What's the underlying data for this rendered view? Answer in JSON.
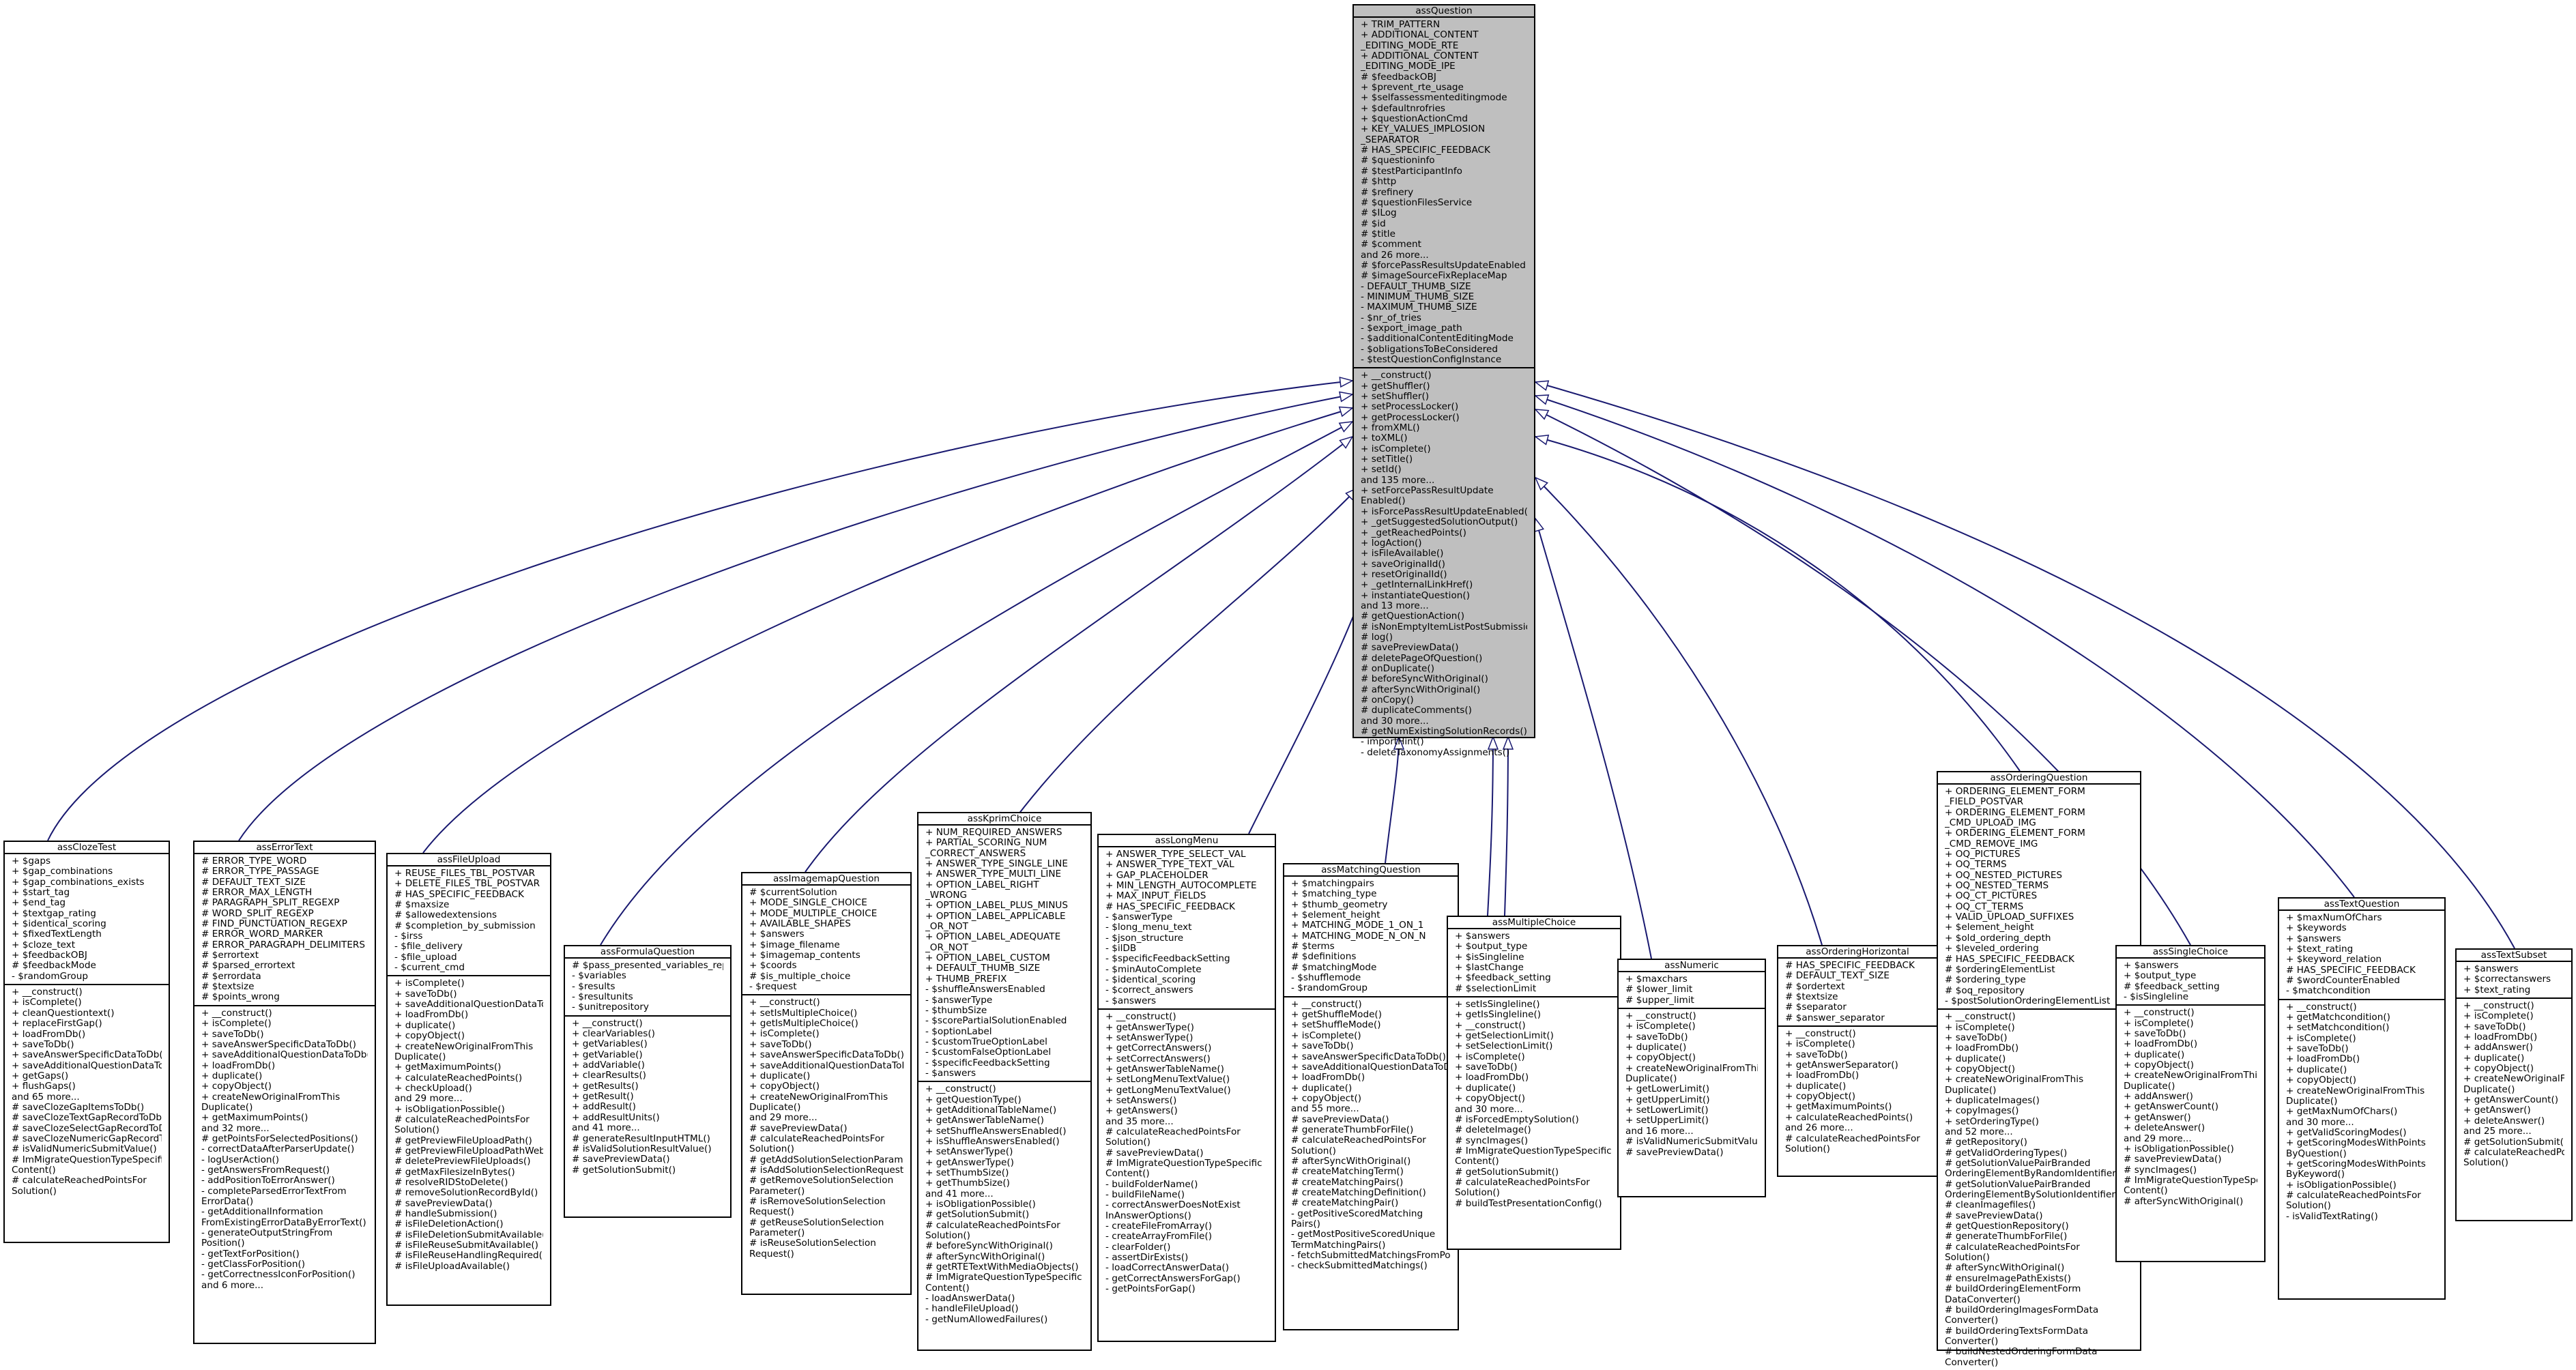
{
  "colors": {
    "edge": "#191970",
    "base_fill": "#bfbfbf",
    "box_fill": "#ffffff"
  },
  "classes": [
    {
      "id": "base",
      "name": "assQuestion",
      "attributes": [
        "+ TRIM_PATTERN",
        "+ ADDITIONAL_CONTENT",
        "_EDITING_MODE_RTE",
        "+ ADDITIONAL_CONTENT",
        "_EDITING_MODE_IPE",
        "# $feedbackOBJ",
        "+ $prevent_rte_usage",
        "+ $selfassessmenteditingmode",
        "+ $defaultnrofries",
        "+ $questionActionCmd",
        "+ KEY_VALUES_IMPLOSION",
        "_SEPARATOR",
        "# HAS_SPECIFIC_FEEDBACK",
        "# $questioninfo",
        "# $testParticipantInfo",
        "# $http",
        "# $refinery",
        "# $questionFilesService",
        "# $ILog",
        "# $id",
        "# $title",
        "# $comment",
        "and 26 more...",
        "# $forcePassResultsUpdateEnabled",
        "# $imageSourceFixReplaceMap",
        "- DEFAULT_THUMB_SIZE",
        "- MINIMUM_THUMB_SIZE",
        "- MAXIMUM_THUMB_SIZE",
        "- $nr_of_tries",
        "- $export_image_path",
        "- $additionalContentEditingMode",
        "- $obligationsToBeConsidered",
        "- $testQuestionConfigInstance"
      ],
      "methods": [
        "+ __construct()",
        "+ getShuffler()",
        "+ setShuffler()",
        "+ setProcessLocker()",
        "+ getProcessLocker()",
        "+ fromXML()",
        "+ toXML()",
        "+ isComplete()",
        "+ setTitle()",
        "+ setId()",
        "and 135 more...",
        "+ setForcePassResultUpdate",
        "Enabled()",
        "+ isForcePassResultUpdateEnabled()",
        "+ _getSuggestedSolutionOutput()",
        "+ _getReachedPoints()",
        "+ logAction()",
        "+ isFileAvailable()",
        "+ saveOriginalId()",
        "+ resetOriginalId()",
        "+ _getInternalLinkHref()",
        "+ instantiateQuestion()",
        "and 13 more...",
        "# getQuestionAction()",
        "# isNonEmptyItemListPostSubmission()",
        "# log()",
        "# savePreviewData()",
        "# deletePageOfQuestion()",
        "# onDuplicate()",
        "# beforeSyncWithOriginal()",
        "# afterSyncWithOriginal()",
        "# onCopy()",
        "# duplicateComments()",
        "and 30 more...",
        "# getNumExistingSolutionRecords()",
        "- importHint()",
        "- deleteTaxonomyAssignments()"
      ]
    },
    {
      "id": "cloze",
      "name": "assClozeTest",
      "attributes": [
        "+ $gaps",
        "+ $gap_combinations",
        "+ $gap_combinations_exists",
        "+ $start_tag",
        "+ $end_tag",
        "+ $textgap_rating",
        "+ $identical_scoring",
        "+ $fixedTextLength",
        "+ $cloze_text",
        "+ $feedbackOBJ",
        "# $feedbackMode",
        "- $randomGroup"
      ],
      "methods": [
        "+ __construct()",
        "+ isComplete()",
        "+ cleanQuestiontext()",
        "+ replaceFirstGap()",
        "+ loadFromDb()",
        "+ saveToDb()",
        "+ saveAnswerSpecificDataToDb()",
        "+ saveAdditionalQuestionDataToDb()",
        "+ getGaps()",
        "+ flushGaps()",
        "and 65 more...",
        "# saveClozeGapItemsToDb()",
        "# saveClozeTextGapRecordToDb()",
        "# saveClozeSelectGapRecordToDb()",
        "# saveClozeNumericGapRecordToDb()",
        "# isValidNumericSubmitValue()",
        "# ImMigrateQuestionTypeSpecific",
        "Content()",
        "# calculateReachedPointsFor",
        "Solution()"
      ]
    },
    {
      "id": "error",
      "name": "assErrorText",
      "attributes": [
        "# ERROR_TYPE_WORD",
        "# ERROR_TYPE_PASSAGE",
        "# DEFAULT_TEXT_SIZE",
        "# ERROR_MAX_LENGTH",
        "# PARAGRAPH_SPLIT_REGEXP",
        "# WORD_SPLIT_REGEXP",
        "# FIND_PUNCTUATION_REGEXP",
        "# ERROR_WORD_MARKER",
        "# ERROR_PARAGRAPH_DELIMITERS",
        "# $errortext",
        "# $parsed_errortext",
        "# $errordata",
        "# $textsize",
        "# $points_wrong"
      ],
      "methods": [
        "+ __construct()",
        "+ isComplete()",
        "+ saveToDb()",
        "+ saveAnswerSpecificDataToDb()",
        "+ saveAdditionalQuestionDataToDb()",
        "+ loadFromDb()",
        "+ duplicate()",
        "+ copyObject()",
        "+ createNewOriginalFromThis",
        "Duplicate()",
        "+ getMaximumPoints()",
        "and 32 more...",
        "# getPointsForSelectedPositions()",
        "- correctDataAfterParserUpdate()",
        "- logUserAction()",
        "- getAnswersFromRequest()",
        "- addPositionToErrorAnswer()",
        "- completeParsedErrorTextFrom",
        "ErrorData()",
        "- getAdditionalInformation",
        "FromExistingErrorDataByErrorText()",
        "- generateOutputStringFrom",
        "Position()",
        "- getTextForPosition()",
        "- getClassForPosition()",
        "- getCorrectnessIconForPosition()",
        "and 6 more..."
      ]
    },
    {
      "id": "fileup",
      "name": "assFileUpload",
      "attributes": [
        "+ REUSE_FILES_TBL_POSTVAR",
        "+ DELETE_FILES_TBL_POSTVAR",
        "# HAS_SPECIFIC_FEEDBACK",
        "# $maxsize",
        "# $allowedextensions",
        "# $completion_by_submission",
        "- $irss",
        "- $file_delivery",
        "- $file_upload",
        "- $current_cmd"
      ],
      "methods": [
        "+ isComplete()",
        "+ saveToDb()",
        "+ saveAdditionalQuestionDataToDb()",
        "+ loadFromDb()",
        "+ duplicate()",
        "+ copyObject()",
        "+ createNewOriginalFromThis",
        "Duplicate()",
        "+ getMaximumPoints()",
        "+ calculateReachedPoints()",
        "+ checkUpload()",
        "and 29 more...",
        "+ isObligationPossible()",
        "# calculateReachedPointsFor",
        "Solution()",
        "# getPreviewFileUploadPath()",
        "# getPreviewFileUploadPathWeb()",
        "# deletePreviewFileUploads()",
        "# getMaxFilesizeInBytes()",
        "# resolveRIDStoDelete()",
        "# removeSolutionRecordById()",
        "# savePreviewData()",
        "# handleSubmission()",
        "# isFileDeletionAction()",
        "# isFileDeletionSubmitAvailable()",
        "# isFileReuseSubmitAvailable()",
        "# isFileReuseHandlingRequired()",
        "# isFileUploadAvailable()"
      ]
    },
    {
      "id": "formula",
      "name": "assFormulaQuestion",
      "attributes": [
        "# $pass_presented_variables_repo",
        "- $variables",
        "- $results",
        "- $resultunits",
        "- $unitrepository"
      ],
      "methods": [
        "+ __construct()",
        "+ clearVariables()",
        "+ getVariables()",
        "+ getVariable()",
        "+ addVariable()",
        "+ clearResults()",
        "+ getResults()",
        "+ getResult()",
        "+ addResult()",
        "+ addResultUnits()",
        "and 41 more...",
        "# generateResultInputHTML()",
        "# isValidSolutionResultValue()",
        "# savePreviewData()",
        "# getSolutionSubmit()"
      ]
    },
    {
      "id": "imagemap",
      "name": "assImagemapQuestion",
      "attributes": [
        "# $currentSolution",
        "+ MODE_SINGLE_CHOICE",
        "+ MODE_MULTIPLE_CHOICE",
        "+ AVAILABLE_SHAPES",
        "+ $answers",
        "+ $image_filename",
        "+ $imagemap_contents",
        "+ $coords",
        "# $is_multiple_choice",
        "- $request"
      ],
      "methods": [
        "+ __construct()",
        "+ setIsMultipleChoice()",
        "+ getIsMultipleChoice()",
        "+ isComplete()",
        "+ saveToDb()",
        "+ saveAnswerSpecificDataToDb()",
        "+ saveAdditionalQuestionDataToDb()",
        "+ duplicate()",
        "+ copyObject()",
        "+ createNewOriginalFromThis",
        "Duplicate()",
        "and 29 more...",
        "# savePreviewData()",
        "# calculateReachedPointsFor",
        "Solution()",
        "# getAddSolutionSelectionParameter()",
        "# isAddSolutionSelectionRequest()",
        "# getRemoveSolutionSelection",
        "Parameter()",
        "# isRemoveSolutionSelection",
        "Request()",
        "# getReuseSolutionSelection",
        "Parameter()",
        "# isReuseSolutionSelection",
        "Request()"
      ]
    },
    {
      "id": "kprim",
      "name": "assKprimChoice",
      "attributes": [
        "+ NUM_REQUIRED_ANSWERS",
        "+ PARTIAL_SCORING_NUM",
        "_CORRECT_ANSWERS",
        "+ ANSWER_TYPE_SINGLE_LINE",
        "+ ANSWER_TYPE_MULTI_LINE",
        "+ OPTION_LABEL_RIGHT",
        "_WRONG",
        "+ OPTION_LABEL_PLUS_MINUS",
        "+ OPTION_LABEL_APPLICABLE",
        "_OR_NOT",
        "+ OPTION_LABEL_ADEQUATE",
        "_OR_NOT",
        "+ OPTION_LABEL_CUSTOM",
        "+ DEFAULT_THUMB_SIZE",
        "+ THUMB_PREFIX",
        "- $shuffleAnswersEnabled",
        "- $answerType",
        "- $thumbSize",
        "- $scorePartialSolutionEnabled",
        "- $optionLabel",
        "- $customTrueOptionLabel",
        "- $customFalseOptionLabel",
        "- $specificFeedbackSetting",
        "- $answers"
      ],
      "methods": [
        "+ __construct()",
        "+ getQuestionType()",
        "+ getAdditionalTableName()",
        "+ getAnswerTableName()",
        "+ setShuffleAnswersEnabled()",
        "+ isShuffleAnswersEnabled()",
        "+ setAnswerType()",
        "+ getAnswerType()",
        "+ setThumbSize()",
        "+ getThumbSize()",
        "and 41 more...",
        "+ isObligationPossible()",
        "# getSolutionSubmit()",
        "# calculateReachedPointsFor",
        "Solution()",
        "# beforeSyncWithOriginal()",
        "# afterSyncWithOriginal()",
        "# getRTETextWithMediaObjects()",
        "# ImMigrateQuestionTypeSpecific",
        "Content()",
        "- loadAnswerData()",
        "- handleFileUpload()",
        "- getNumAllowedFailures()"
      ]
    },
    {
      "id": "longmenu",
      "name": "assLongMenu",
      "attributes": [
        "+ ANSWER_TYPE_SELECT_VAL",
        "+ ANSWER_TYPE_TEXT_VAL",
        "+ GAP_PLACEHOLDER",
        "+ MIN_LENGTH_AUTOCOMPLETE",
        "+ MAX_INPUT_FIELDS",
        "# HAS_SPECIFIC_FEEDBACK",
        "- $answerType",
        "- $long_menu_text",
        "- $json_structure",
        "- $ilDB",
        "- $specificFeedbackSetting",
        "- $minAutoComplete",
        "- $identical_scoring",
        "- $correct_answers",
        "- $answers"
      ],
      "methods": [
        "+ __construct()",
        "+ getAnswerType()",
        "+ setAnswerType()",
        "+ getCorrectAnswers()",
        "+ setCorrectAnswers()",
        "+ getAnswerTableName()",
        "+ setLongMenuTextValue()",
        "+ getLongMenuTextValue()",
        "+ setAnswers()",
        "+ getAnswers()",
        "and 35 more...",
        "# calculateReachedPointsFor",
        "Solution()",
        "# savePreviewData()",
        "# ImMigrateQuestionTypeSpecific",
        "Content()",
        "- buildFolderName()",
        "- buildFileName()",
        "- correctAnswerDoesNotExist",
        "InAnswerOptions()",
        "- createFileFromArray()",
        "- createArrayFromFile()",
        "- clearFolder()",
        "- assertDirExists()",
        "- loadCorrectAnswerData()",
        "- getCorrectAnswersForGap()",
        "- getPointsForGap()"
      ]
    },
    {
      "id": "matching",
      "name": "assMatchingQuestion",
      "attributes": [
        "+ $matchingpairs",
        "+ $matching_type",
        "+ $thumb_geometry",
        "+ $element_height",
        "+ MATCHING_MODE_1_ON_1",
        "+ MATCHING_MODE_N_ON_N",
        "# $terms",
        "# $definitions",
        "# $matchingMode",
        "- $shufflemode",
        "- $randomGroup"
      ],
      "methods": [
        "+ __construct()",
        "+ getShuffleMode()",
        "+ setShuffleMode()",
        "+ isComplete()",
        "+ saveToDb()",
        "+ saveAnswerSpecificDataToDb()",
        "+ saveAdditionalQuestionDataToDb()",
        "+ loadFromDb()",
        "+ duplicate()",
        "+ copyObject()",
        "and 55 more...",
        "# savePreviewData()",
        "# generateThumbForFile()",
        "# calculateReachedPointsFor",
        "Solution()",
        "# afterSyncWithOriginal()",
        "# createMatchingTerm()",
        "# createMatchingPairs()",
        "# createMatchingDefinition()",
        "# createMatchingPair()",
        "- getPositiveScoredMatching",
        "Pairs()",
        "- getMostPositiveScoredUnique",
        "TermMatchingPairs()",
        "- fetchSubmittedMatchingsFromPost()",
        "- checkSubmittedMatchings()"
      ]
    },
    {
      "id": "multiple",
      "name": "assMultipleChoice",
      "attributes": [
        "+ $answers",
        "+ $output_type",
        "+ $isSingleline",
        "+ $lastChange",
        "+ $feedback_setting",
        "# $selectionLimit"
      ],
      "methods": [
        "+ setIsSingleline()",
        "+ getIsSingleline()",
        "+ __construct()",
        "+ getSelectionLimit()",
        "+ setSelectionLimit()",
        "+ isComplete()",
        "+ saveToDb()",
        "+ loadFromDb()",
        "+ duplicate()",
        "+ copyObject()",
        "and 30 more...",
        "# isForcedEmptySolution()",
        "# deleteImage()",
        "# syncImages()",
        "# ImMigrateQuestionTypeSpecific",
        "Content()",
        "# getSolutionSubmit()",
        "# calculateReachedPointsFor",
        "Solution()",
        "# buildTestPresentationConfig()"
      ]
    },
    {
      "id": "numeric",
      "name": "assNumeric",
      "attributes": [
        "+ $maxchars",
        "# $lower_limit",
        "# $upper_limit"
      ],
      "methods": [
        "+ __construct()",
        "+ isComplete()",
        "+ saveToDb()",
        "+ duplicate()",
        "+ copyObject()",
        "+ createNewOriginalFromThis",
        "Duplicate()",
        "+ getLowerLimit()",
        "+ getUpperLimit()",
        "+ setLowerLimit()",
        "+ setUpperLimit()",
        "and 16 more...",
        "# isValidNumericSubmitValue()",
        "# savePreviewData()"
      ]
    },
    {
      "id": "ordh",
      "name": "assOrderingHorizontal",
      "attributes": [
        "# HAS_SPECIFIC_FEEDBACK",
        "# DEFAULT_TEXT_SIZE",
        "# $ordertext",
        "# $textsize",
        "# $separator",
        "# $answer_separator"
      ],
      "methods": [
        "+ __construct()",
        "+ isComplete()",
        "+ saveToDb()",
        "+ getAnswerSeparator()",
        "+ loadFromDb()",
        "+ duplicate()",
        "+ copyObject()",
        "+ getMaximumPoints()",
        "+ calculateReachedPoints()",
        "and 26 more...",
        "# calculateReachedPointsFor",
        "Solution()"
      ]
    },
    {
      "id": "ordq",
      "name": "assOrderingQuestion",
      "attributes": [
        "+ ORDERING_ELEMENT_FORM",
        "_FIELD_POSTVAR",
        "+ ORDERING_ELEMENT_FORM",
        "_CMD_UPLOAD_IMG",
        "+ ORDERING_ELEMENT_FORM",
        "_CMD_REMOVE_IMG",
        "+ OQ_PICTURES",
        "+ OQ_TERMS",
        "+ OQ_NESTED_PICTURES",
        "+ OQ_NESTED_TERMS",
        "+ OQ_CT_PICTURES",
        "+ OQ_CT_TERMS",
        "+ VALID_UPLOAD_SUFFIXES",
        "+ $element_height",
        "+ $old_ordering_depth",
        "+ $leveled_ordering",
        "# HAS_SPECIFIC_FEEDBACK",
        "# $orderingElementList",
        "# $ordering_type",
        "# $oq_repository",
        "- $postSolutionOrderingElementList"
      ],
      "methods": [
        "+ __construct()",
        "+ isComplete()",
        "+ saveToDb()",
        "+ loadFromDb()",
        "+ duplicate()",
        "+ copyObject()",
        "+ createNewOriginalFromThis",
        "Duplicate()",
        "+ duplicateImages()",
        "+ copyImages()",
        "+ setOrderingType()",
        "and 52 more...",
        "# getRepository()",
        "# getValidOrderingTypes()",
        "# getSolutionValuePairBranded",
        "OrderingElementByRandomIdentifier()",
        "# getSolutionValuePairBranded",
        "OrderingElementBySolutionIdentifier()",
        "# cleanImagefiles()",
        "# savePreviewData()",
        "# getQuestionRepository()",
        "# generateThumbForFile()",
        "# calculateReachedPointsFor",
        "Solution()",
        "# afterSyncWithOriginal()",
        "# ensureImagePathExists()",
        "# buildOrderingElementForm",
        "DataConverter()",
        "# buildOrderingImagesFormData",
        "Converter()",
        "# buildOrderingTextsFormData",
        "Converter()",
        "# buildNestedOrderingFormData",
        "Converter()"
      ]
    },
    {
      "id": "single",
      "name": "assSingleChoice",
      "attributes": [
        "+ $answers",
        "+ $output_type",
        "# $feedback_setting",
        "- $isSingleline"
      ],
      "methods": [
        "+ __construct()",
        "+ isComplete()",
        "+ saveToDb()",
        "+ loadFromDb()",
        "+ duplicate()",
        "+ copyObject()",
        "+ createNewOriginalFromThis",
        "Duplicate()",
        "+ addAnswer()",
        "+ getAnswerCount()",
        "+ getAnswer()",
        "+ deleteAnswer()",
        "and 29 more...",
        "+ isObligationPossible()",
        "# savePreviewData()",
        "# syncImages()",
        "# ImMigrateQuestionTypeSpecific",
        "Content()",
        "# afterSyncWithOriginal()"
      ]
    },
    {
      "id": "textq",
      "name": "assTextQuestion",
      "attributes": [
        "+ $maxNumOfChars",
        "+ $keywords",
        "+ $answers",
        "+ $text_rating",
        "+ $keyword_relation",
        "# HAS_SPECIFIC_FEEDBACK",
        "# $wordCounterEnabled",
        "- $matchcondition"
      ],
      "methods": [
        "+ __construct()",
        "+ getMatchcondition()",
        "+ setMatchcondition()",
        "+ isComplete()",
        "+ saveToDb()",
        "+ loadFromDb()",
        "+ duplicate()",
        "+ copyObject()",
        "+ createNewOriginalFromThis",
        "Duplicate()",
        "+ getMaxNumOfChars()",
        "and 30 more...",
        "+ getValidScoringModes()",
        "+ getScoringModesWithPoints",
        "ByQuestion()",
        "+ getScoringModesWithPoints",
        "ByKeyword()",
        "+ isObligationPossible()",
        "# calculateReachedPointsFor",
        "Solution()",
        "- isValidTextRating()"
      ]
    },
    {
      "id": "subset",
      "name": "assTextSubset",
      "attributes": [
        "+ $answers",
        "+ $correctanswers",
        "+ $text_rating"
      ],
      "methods": [
        "+ __construct()",
        "+ isComplete()",
        "+ saveToDb()",
        "+ loadFromDb()",
        "+ addAnswer()",
        "+ duplicate()",
        "+ copyObject()",
        "+ createNewOriginalFromThis",
        "Duplicate()",
        "+ getAnswerCount()",
        "+ getAnswer()",
        "+ deleteAnswer()",
        "and 25 more...",
        "# getSolutionSubmit()",
        "# calculateReachedPointsFor",
        "Solution()"
      ]
    }
  ]
}
